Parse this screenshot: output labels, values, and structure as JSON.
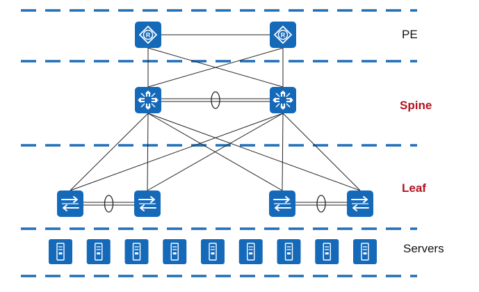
{
  "colors": {
    "dash": "#1f6fb7",
    "device": "#1569b9",
    "device_icon": "#ffffff",
    "link": "#222222",
    "label_dark": "#111111",
    "label_accent": "#b3121e"
  },
  "layers": [
    {
      "id": "pe",
      "label": "PE",
      "accent": false
    },
    {
      "id": "spine",
      "label": "Spine",
      "accent": true
    },
    {
      "id": "leaf",
      "label": "Leaf",
      "accent": true
    },
    {
      "id": "servers",
      "label": "Servers",
      "accent": false
    }
  ],
  "devices": {
    "routers": [
      {
        "id": "pe-1",
        "icon": "router-icon"
      },
      {
        "id": "pe-2",
        "icon": "router-icon"
      }
    ],
    "spines": [
      {
        "id": "spine-1",
        "icon": "core-switch-icon"
      },
      {
        "id": "spine-2",
        "icon": "core-switch-icon"
      }
    ],
    "leaves": [
      {
        "id": "leaf-1",
        "icon": "access-switch-icon"
      },
      {
        "id": "leaf-2",
        "icon": "access-switch-icon"
      },
      {
        "id": "leaf-3",
        "icon": "access-switch-icon"
      },
      {
        "id": "leaf-4",
        "icon": "access-switch-icon"
      }
    ],
    "server_count": 9
  },
  "links": [
    [
      "pe-1",
      "pe-2"
    ],
    [
      "pe-1",
      "spine-1"
    ],
    [
      "pe-1",
      "spine-2"
    ],
    [
      "pe-2",
      "spine-1"
    ],
    [
      "pe-2",
      "spine-2"
    ],
    [
      "spine-1",
      "leaf-1"
    ],
    [
      "spine-1",
      "leaf-2"
    ],
    [
      "spine-1",
      "leaf-3"
    ],
    [
      "spine-1",
      "leaf-4"
    ],
    [
      "spine-2",
      "leaf-1"
    ],
    [
      "spine-2",
      "leaf-2"
    ],
    [
      "spine-2",
      "leaf-3"
    ],
    [
      "spine-2",
      "leaf-4"
    ]
  ],
  "link_aggregations": [
    [
      "spine-1",
      "spine-2"
    ],
    [
      "leaf-1",
      "leaf-2"
    ],
    [
      "leaf-3",
      "leaf-4"
    ]
  ]
}
